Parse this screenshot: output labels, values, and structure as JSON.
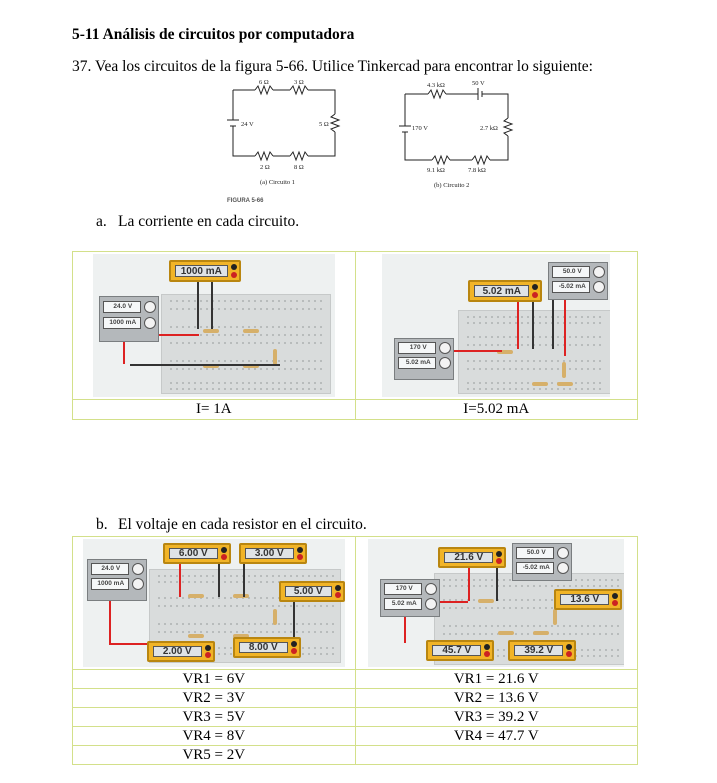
{
  "heading": "5-11 Análisis de circuitos por computadora",
  "question": "37. Vea los circuitos de la figura 5-66. Utilice Tinkercad para encontrar lo siguiente:",
  "figure": {
    "circuit1": {
      "r_top_left": "6 Ω",
      "r_top_right": "3 Ω",
      "source": "24 V",
      "r_right": "5 Ω",
      "r_bottom_left": "2 Ω",
      "r_bottom_right": "8 Ω",
      "caption": "(a) Circuito 1"
    },
    "circuit2": {
      "r_top": "4.3 kΩ",
      "source_top": "50 V",
      "source_left": "170 V",
      "r_right": "2.7 kΩ",
      "r_bottom_left": "9.1 kΩ",
      "r_bottom_right": "7.8 kΩ",
      "caption": "(b) Circuito 2"
    },
    "label": "FIGURA 5-66"
  },
  "part_a": {
    "label": "a.",
    "text": "La corriente en cada circuito.",
    "left_meter": "1000 mA",
    "left_ps_v": "24.0 V",
    "left_ps_a": "1000 mA",
    "right_meter": "5.02 mA",
    "right_ps1_v": "170 V",
    "right_ps1_a": "5.02 mA",
    "right_ps2_v": "50.0 V",
    "right_ps2_a": "-5.02 mA",
    "result_left": "I= 1A",
    "result_right": "I=5.02 mA"
  },
  "part_b": {
    "label": "b.",
    "text": "El voltaje en cada resistor en el circuito.",
    "left_meters": [
      "6.00 V",
      "3.00 V",
      "5.00 V",
      "2.00 V",
      "8.00 V"
    ],
    "left_ps_v": "24.0 V",
    "left_ps_a": "1000 mA",
    "right_meters": [
      "21.6 V",
      "13.6 V",
      "45.7 V",
      "39.2 V"
    ],
    "right_ps1_v": "170 V",
    "right_ps1_a": "5.02 mA",
    "right_ps2_v": "50.0 V",
    "right_ps2_a": "-5.02 mA",
    "results_left": [
      "VR1 = 6V",
      "VR2 = 3V",
      "VR3 = 5V",
      "VR4 = 8V",
      "VR5 = 2V"
    ],
    "results_right": [
      "VR1 = 21.6 V",
      "VR2 = 13.6 V",
      "VR3 = 39.2 V",
      "VR4 = 47.7 V",
      ""
    ]
  }
}
